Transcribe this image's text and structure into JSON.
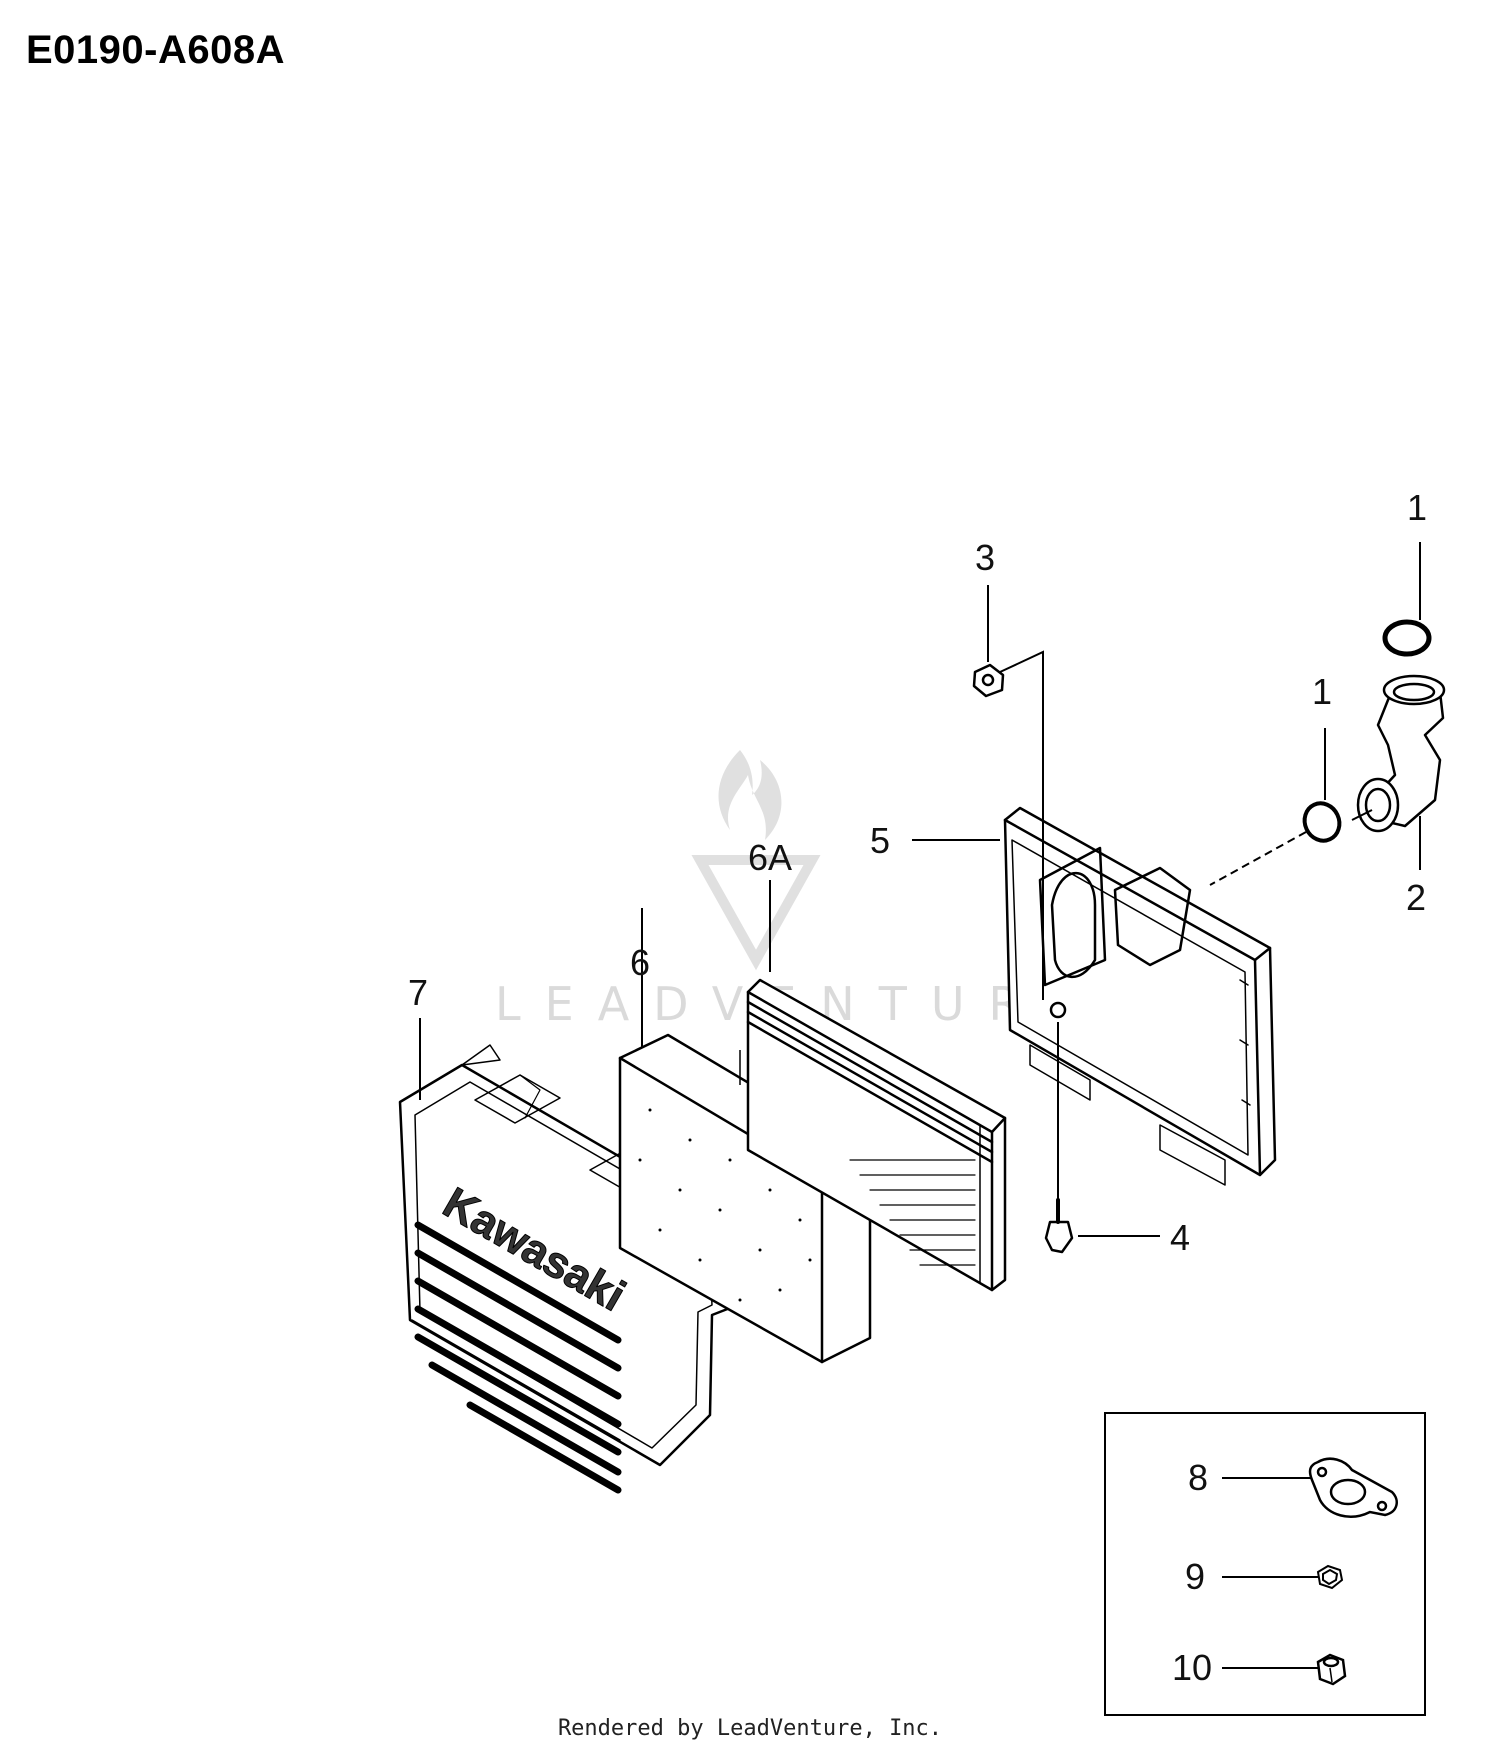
{
  "title": "E0190-A608A",
  "footer": "Rendered by LeadVenture, Inc.",
  "watermark": "LEADVENTURE",
  "brand_mark": "Kawasaki",
  "callouts": {
    "c1a": "1",
    "c1b": "1",
    "c2": "2",
    "c3": "3",
    "c4": "4",
    "c5": "5",
    "c6": "6",
    "c6a": "6A",
    "c7": "7",
    "c8": "8",
    "c9": "9",
    "c10": "10"
  },
  "colors": {
    "line": "#000000",
    "watermark": "#d6d6d6"
  }
}
